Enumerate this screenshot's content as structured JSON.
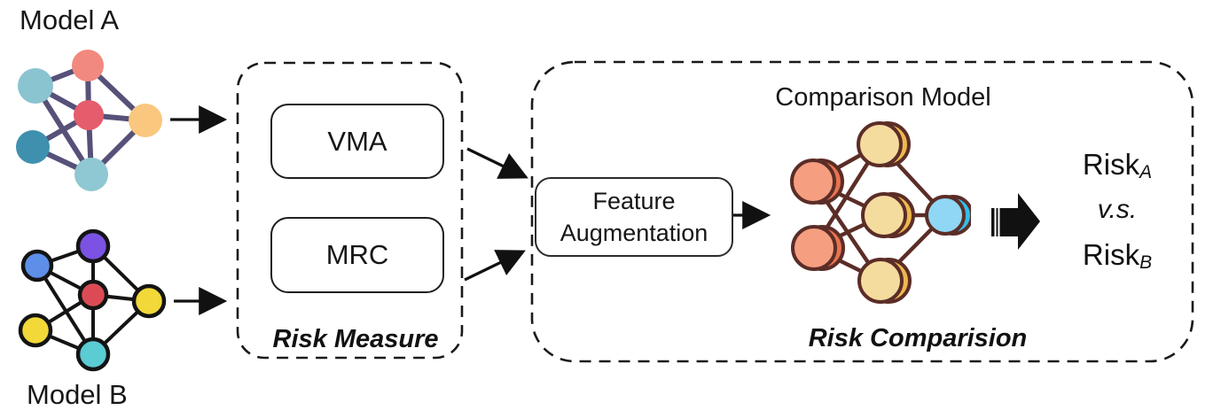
{
  "labels": {
    "model_a": "Model A",
    "model_b": "Model B"
  },
  "risk_measure": {
    "caption": "Risk Measure",
    "items": [
      {
        "label": "VMA"
      },
      {
        "label": "MRC"
      }
    ]
  },
  "feature_augmentation": {
    "line1": "Feature",
    "line2": "Augmentation"
  },
  "comparison": {
    "title": "Comparison Model",
    "caption": "Risk Comparision"
  },
  "output": {
    "risk_a": {
      "base": "Risk",
      "sub": "A"
    },
    "versus": "v.s.",
    "risk_b": {
      "base": "Risk",
      "sub": "B"
    }
  },
  "colors": {
    "model_a": {
      "edge": "#565178",
      "node_salmon": "#F2897E",
      "node_lightblue": "#8AC4D0",
      "node_red": "#E55C6C",
      "node_yellow": "#F9C77E",
      "node_teal": "#3F90AF",
      "node_bottomblue": "#8FC8D2"
    },
    "model_b": {
      "edge": "#141414",
      "outline": "#141414",
      "node_purple": "#7B52E3",
      "node_blue": "#5E8FE8",
      "node_red": "#DC4B55",
      "node_yellow": "#F2D838",
      "node_cyan": "#5BCBD4"
    },
    "nn": {
      "outline": "#5B2D27",
      "salmon": "#F59F80",
      "salmon_shade": "#E87350",
      "yellow": "#F4DC9E",
      "yellow_shade": "#ECB94F",
      "blue": "#8FD7F5",
      "blue_shade": "#33BFE9"
    },
    "arrow": "#111111",
    "dashed_border": "#1a1a1a"
  }
}
